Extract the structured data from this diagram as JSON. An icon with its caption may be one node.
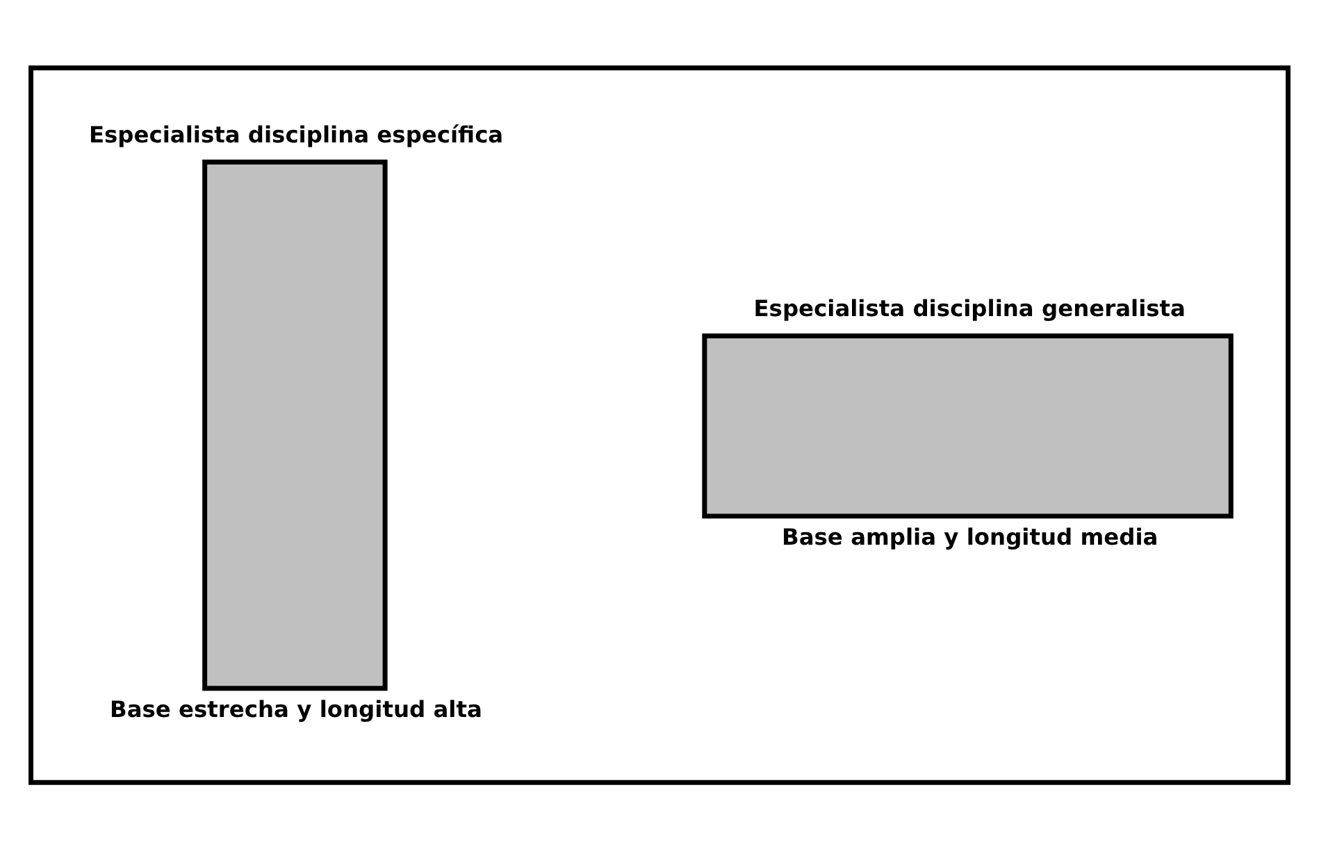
{
  "diagram": {
    "nodes": [
      {
        "text": [],
        "shape": "box"
      },
      {
        "text": [
          "Especialista disciplina generalista"
        ],
        "beside": [
          "Base amplia y longitud media"
        ],
        "in": 0
      },
      {
        "text": [
          "Especialista disciplina específica"
        ],
        "beside": [
          "Base estrecha y longitud alta"
        ],
        "in": 0
      }
    ]
  }
}
